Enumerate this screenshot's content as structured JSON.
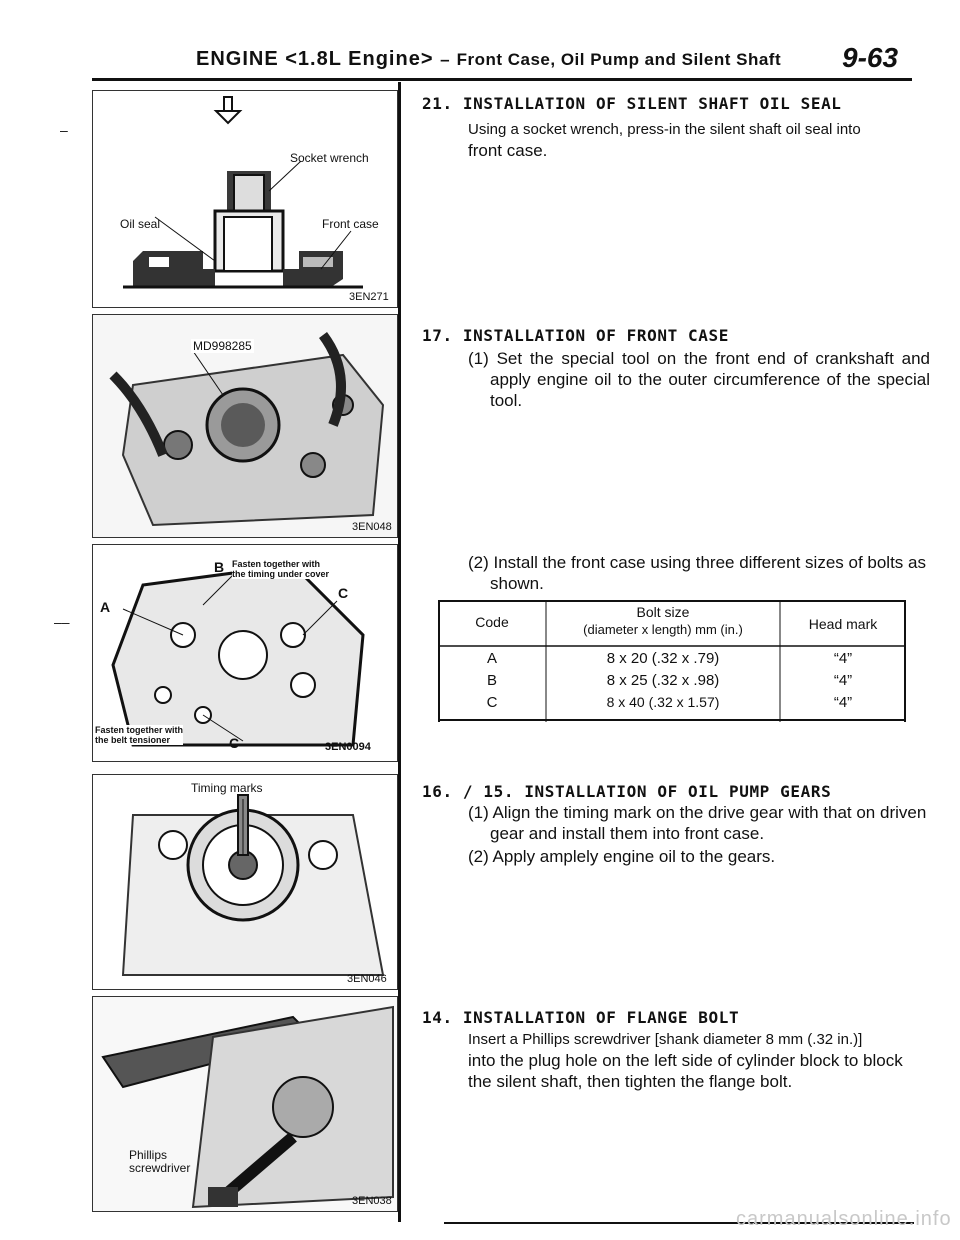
{
  "header": {
    "title_prefix": "ENGINE",
    "title_model": "<1.8L Engine>",
    "title_dash": "–",
    "title_section": "Front Case, Oil Pump and Silent Shaft",
    "page_number": "9-63"
  },
  "margin_marks": [
    "–",
    "––"
  ],
  "figures": [
    {
      "code": "3EN271",
      "labels": [
        "Socket wrench",
        "Oil seal",
        "Front case"
      ]
    },
    {
      "code": "3EN048",
      "labels": [
        "MD998285"
      ]
    },
    {
      "code": "3EN0094",
      "labels": [
        "B",
        "Fasten together with",
        "the timing under cover",
        "A",
        "C",
        "Fasten together with",
        "the belt tensioner",
        "C"
      ]
    },
    {
      "code": "3EN046",
      "labels": [
        "Timing marks"
      ]
    },
    {
      "code": "3EN038",
      "labels": [
        "Phillips",
        "screwdriver"
      ]
    }
  ],
  "sections": [
    {
      "title": "21. INSTALLATION OF SILENT SHAFT OIL SEAL",
      "paragraphs": [
        "Using a socket wrench, press-in the silent shaft oil seal into",
        "front case."
      ]
    },
    {
      "title": "17. INSTALLATION OF FRONT CASE",
      "paragraphs": [
        "(1) Set the special tool on the front end of crankshaft and apply engine oil to the outer circumference of the special tool.",
        "(2) Install the front case using three different sizes of bolts as shown."
      ],
      "table": {
        "headers": [
          "Code",
          "Bolt size",
          "(diameter x length) mm (in.)",
          "Head mark"
        ],
        "rows": [
          [
            "A",
            "8 x 20 (.32 x .79)",
            "“4”"
          ],
          [
            "B",
            "8 x 25 (.32 x .98)",
            "“4”"
          ],
          [
            "C",
            "8 x 40 (.32 x 1.57)",
            "“4”"
          ]
        ]
      }
    },
    {
      "title": "16. / 15. INSTALLATION OF OIL PUMP GEARS",
      "paragraphs": [
        "(1) Align the timing mark on the drive gear with that on driven gear and install them into front case.",
        "(2) Apply amplely engine oil to the gears."
      ]
    },
    {
      "title": "14. INSTALLATION OF FLANGE BOLT",
      "paragraphs": [
        "Insert a Phillips screwdriver [shank diameter 8 mm (.32 in.)]",
        "into the plug hole on the left side of cylinder block to block the silent shaft, then tighten the flange bolt."
      ]
    }
  ],
  "footer": {
    "watermark": "carmanualsonline.info"
  }
}
